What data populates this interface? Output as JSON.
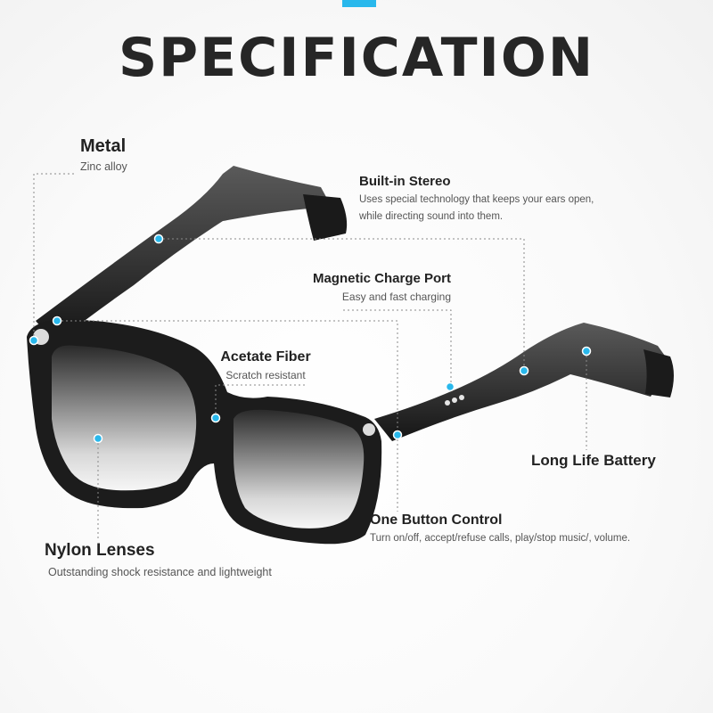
{
  "title": "SPECIFICATION",
  "colors": {
    "accent": "#29b8ec",
    "title": "#262626",
    "frame": "#1c1c1c",
    "leader_line": "#8a8a8a"
  },
  "features": {
    "metal": {
      "title": "Metal",
      "desc": "Zinc alloy"
    },
    "stereo": {
      "title": "Built-in Stereo",
      "desc_1": "Uses special technology that keeps your ears open,",
      "desc_2": "while directing sound into them."
    },
    "charge": {
      "title": "Magnetic Charge Port",
      "desc": "Easy and fast charging"
    },
    "acetate": {
      "title": "Acetate Fiber",
      "desc": "Scratch resistant"
    },
    "battery": {
      "title": "Long Life Battery"
    },
    "button": {
      "title": "One Button Control",
      "desc": "Turn on/off, accept/refuse calls, play/stop music/, volume."
    },
    "lenses": {
      "title": "Nylon Lenses",
      "desc": "Outstanding shock resistance and lightweight"
    }
  }
}
